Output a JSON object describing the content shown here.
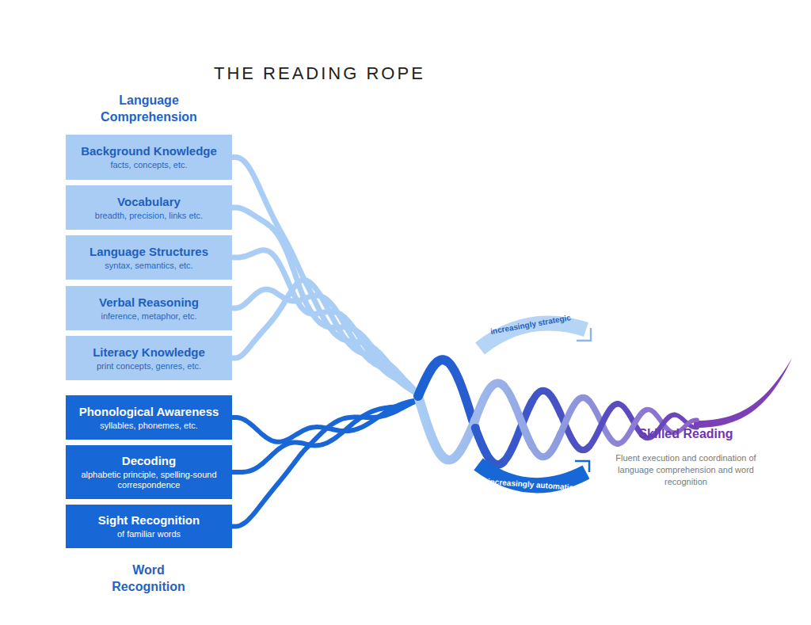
{
  "diagram": {
    "title": "THE READING ROPE",
    "nodes": [
      {
        "text": [
          "Background Knowledge",
          "facts, concepts, etc."
        ]
      },
      {
        "text": [
          "Vocabulary",
          "breadth, precision, links etc."
        ]
      },
      {
        "text": [
          "Language Structures",
          "syntax, semantics, etc."
        ]
      },
      {
        "text": [
          "Verbal Reasoning",
          "inference, metaphor, etc."
        ]
      },
      {
        "text": [
          "Literacy Knowledge",
          "print concepts, genres, etc."
        ]
      },
      {
        "text": [
          "Phonological Awareness",
          "syllables, phonemes, etc."
        ]
      },
      {
        "text": [
          "Decoding",
          "alphabetic principle, spelling-sound correspondence"
        ]
      },
      {
        "text": [
          "Sight Recognition",
          "of familiar words"
        ]
      },
      {
        "text": [
          "increasingly strategic"
        ]
      },
      {
        "text": [
          "increasingly automatic"
        ]
      }
    ],
    "labels": [
      "Language Comprehension",
      "Word Recognition",
      "Skilled Reading",
      "Fluent execution and coordination of language comprehension and word recognition"
    ]
  }
}
